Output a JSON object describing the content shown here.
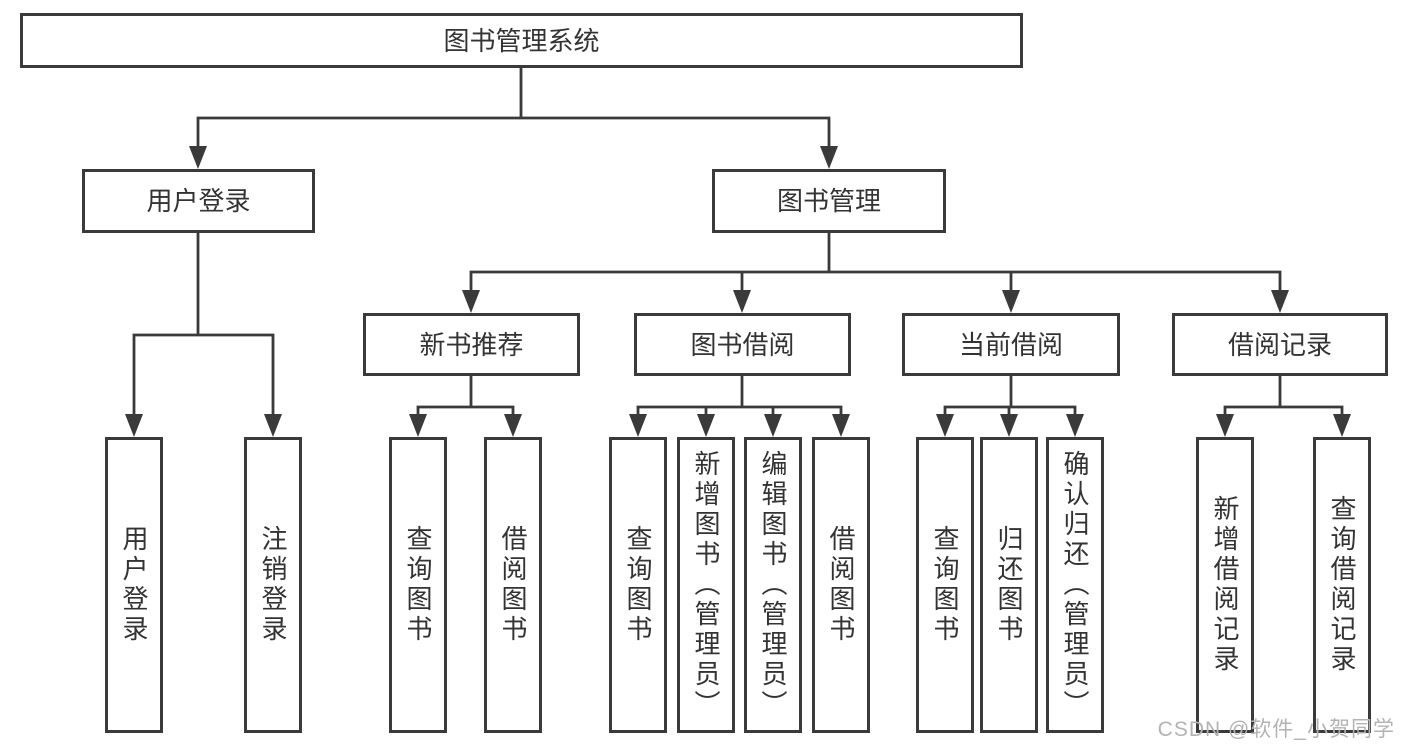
{
  "colors": {
    "background": "#ffffff",
    "line": "#3a3a3a",
    "box_border": "#3a3a3a",
    "box_fill": "#ffffff",
    "text": "#333333",
    "watermark": "#b3b3b3"
  },
  "watermark": {
    "text": "CSDN @软件_小贺同学"
  },
  "tree": {
    "root": {
      "label": "图书管理系统",
      "children": [
        {
          "label": "用户登录",
          "children": [
            {
              "label": "用户登录"
            },
            {
              "label": "注销登录"
            }
          ]
        },
        {
          "label": "图书管理",
          "children": [
            {
              "label": "新书推荐",
              "children": [
                {
                  "label": "查询图书"
                },
                {
                  "label": "借阅图书"
                }
              ]
            },
            {
              "label": "图书借阅",
              "children": [
                {
                  "label": "查询图书"
                },
                {
                  "label": "新增图书（管理员）"
                },
                {
                  "label": "编辑图书（管理员）"
                },
                {
                  "label": "借阅图书"
                }
              ]
            },
            {
              "label": "当前借阅",
              "children": [
                {
                  "label": "查询图书"
                },
                {
                  "label": "归还图书"
                },
                {
                  "label": "确认归还（管理员）"
                }
              ]
            },
            {
              "label": "借阅记录",
              "children": [
                {
                  "label": "新增借阅记录"
                },
                {
                  "label": "查询借阅记录"
                }
              ]
            }
          ]
        }
      ]
    }
  }
}
